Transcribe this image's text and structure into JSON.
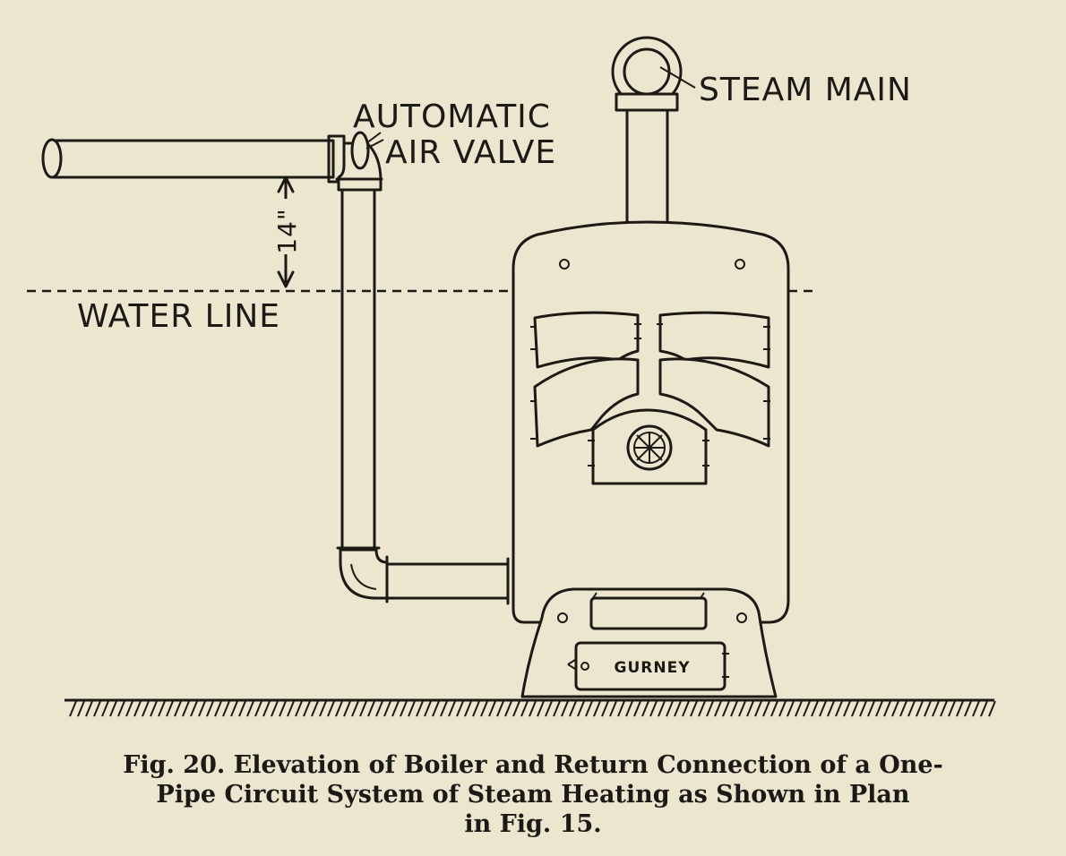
{
  "labels": {
    "steam_main": "STEAM MAIN",
    "automatic": "AUTOMATIC",
    "air_valve": "AIR VALVE",
    "dimension": "14\"",
    "water_line": "WATER LINE",
    "ash_door_nameplate": "GURNEY"
  },
  "caption": {
    "line1": "Fig. 20. Elevation of Boiler and Return Connection of a One-",
    "line2": "Pipe Circuit System of Steam Heating as Shown in Plan",
    "line3": "in Fig. 15."
  },
  "colors": {
    "paper": "#ede6cf",
    "ink": "#1b1a16"
  }
}
